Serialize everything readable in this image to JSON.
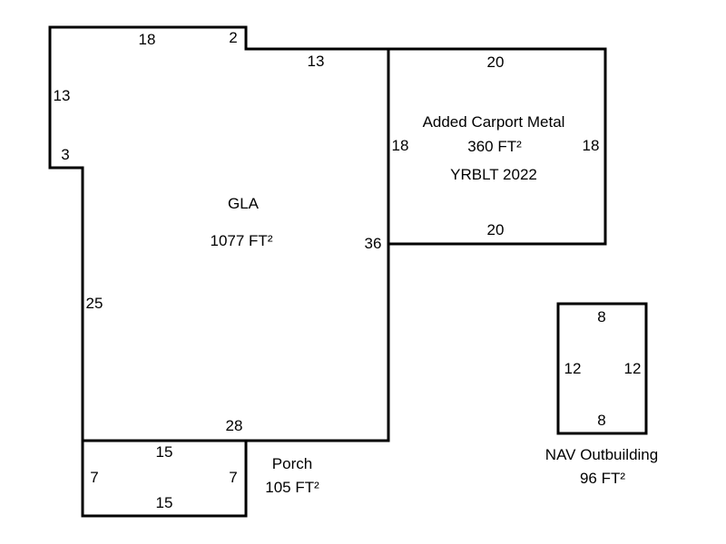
{
  "gla": {
    "name": "GLA",
    "area": "1077 FT²",
    "dims": {
      "top_left": "18",
      "notch_top": "2",
      "top_right": "13",
      "left_upper": "13",
      "notch_left": "3",
      "left_lower": "25",
      "right": "36",
      "bottom": "28"
    }
  },
  "carport": {
    "name": "Added Carport Metal",
    "area": "360 FT²",
    "year": "YRBLT 2022",
    "dims": {
      "top": "20",
      "bottom": "20",
      "left": "18",
      "right": "18"
    }
  },
  "porch": {
    "name": "Porch",
    "area": "105 FT²",
    "dims": {
      "top": "15",
      "bottom": "15",
      "left": "7",
      "right": "7"
    }
  },
  "outbuilding": {
    "name": "NAV Outbuilding",
    "area": "96 FT²",
    "dims": {
      "top": "8",
      "bottom": "8",
      "left": "12",
      "right": "12"
    }
  }
}
